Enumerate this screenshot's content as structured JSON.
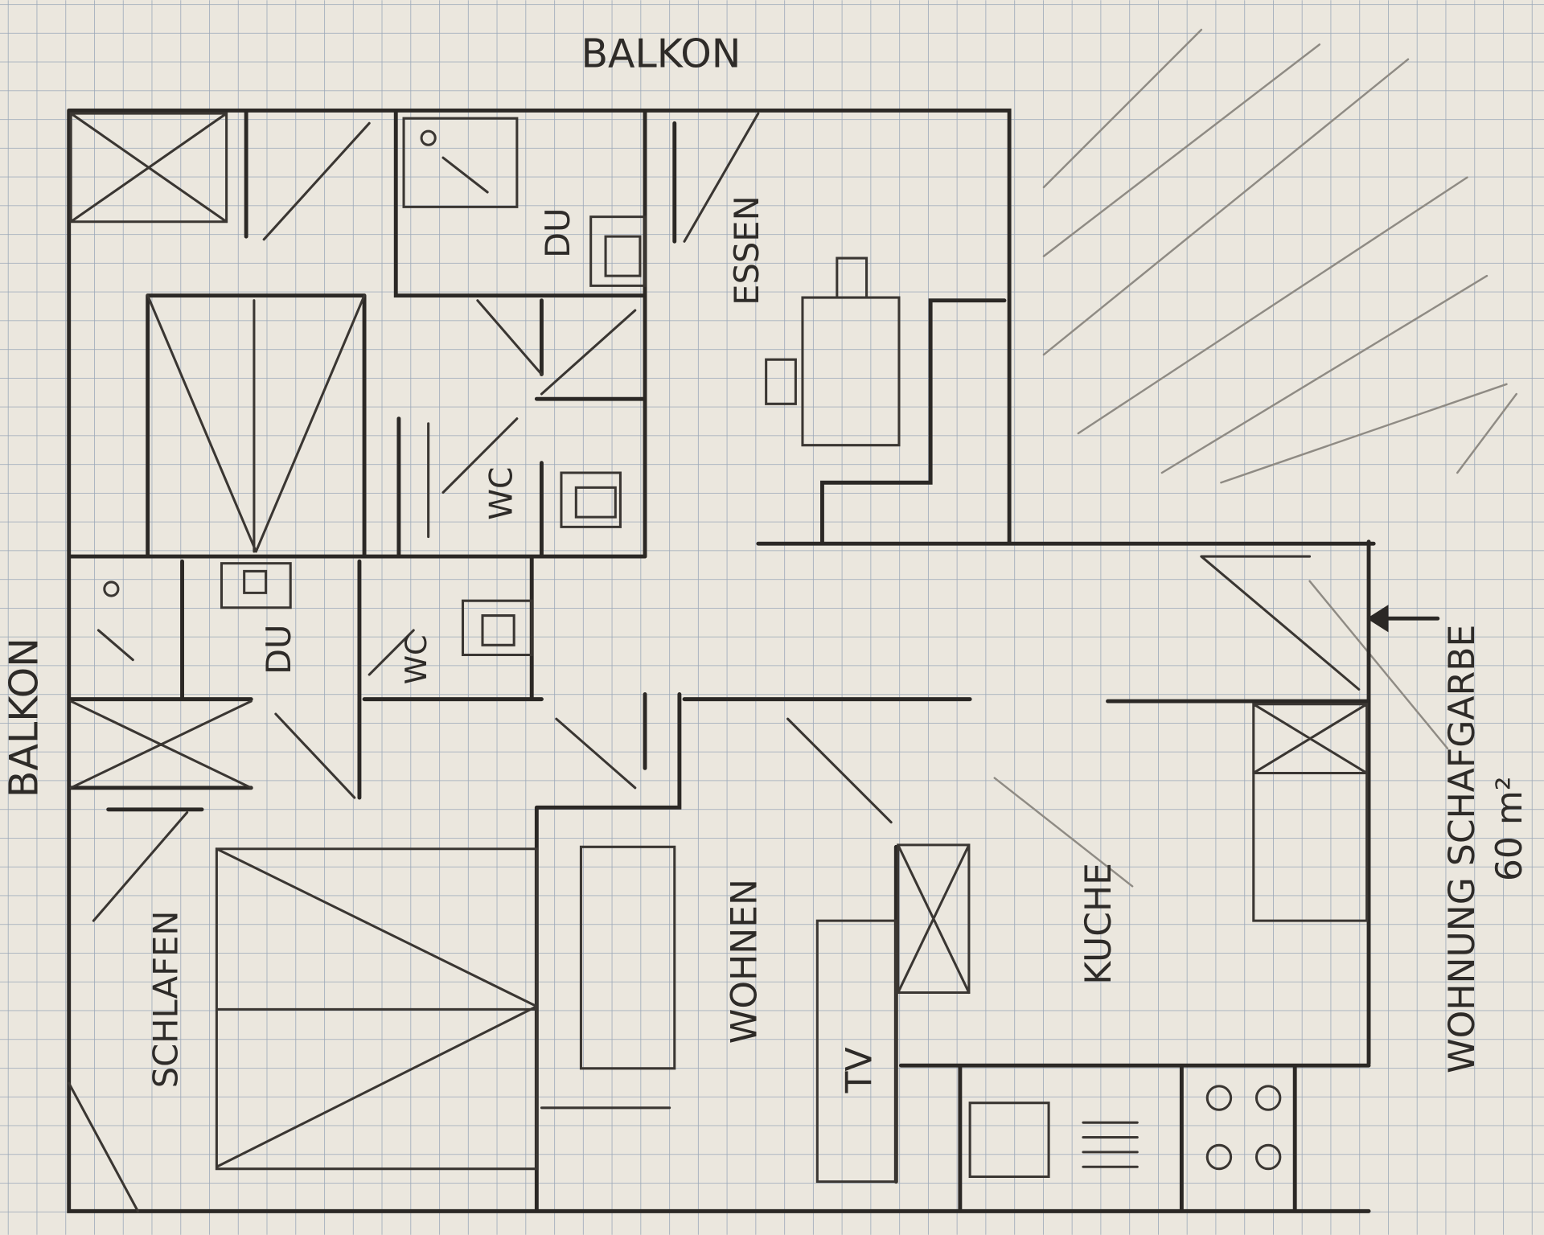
{
  "title": "WOHNUNG SCHAFGARBE",
  "area": "60 m²",
  "rooms": {
    "balkon_top": "BALKON",
    "balkon_left": "BALKON",
    "du_1": "DU",
    "essen": "ESSEN",
    "wc_1": "WC",
    "du_2": "DU",
    "wc_2": "WC",
    "schlafen": "SCHLAFEN",
    "wohnen": "WOHNEN",
    "kueche": "KUCHE",
    "tv": "TV"
  },
  "colors": {
    "paper": "#ebe7de",
    "grid": "#9aa7b8",
    "pencil": "#2b2825"
  }
}
